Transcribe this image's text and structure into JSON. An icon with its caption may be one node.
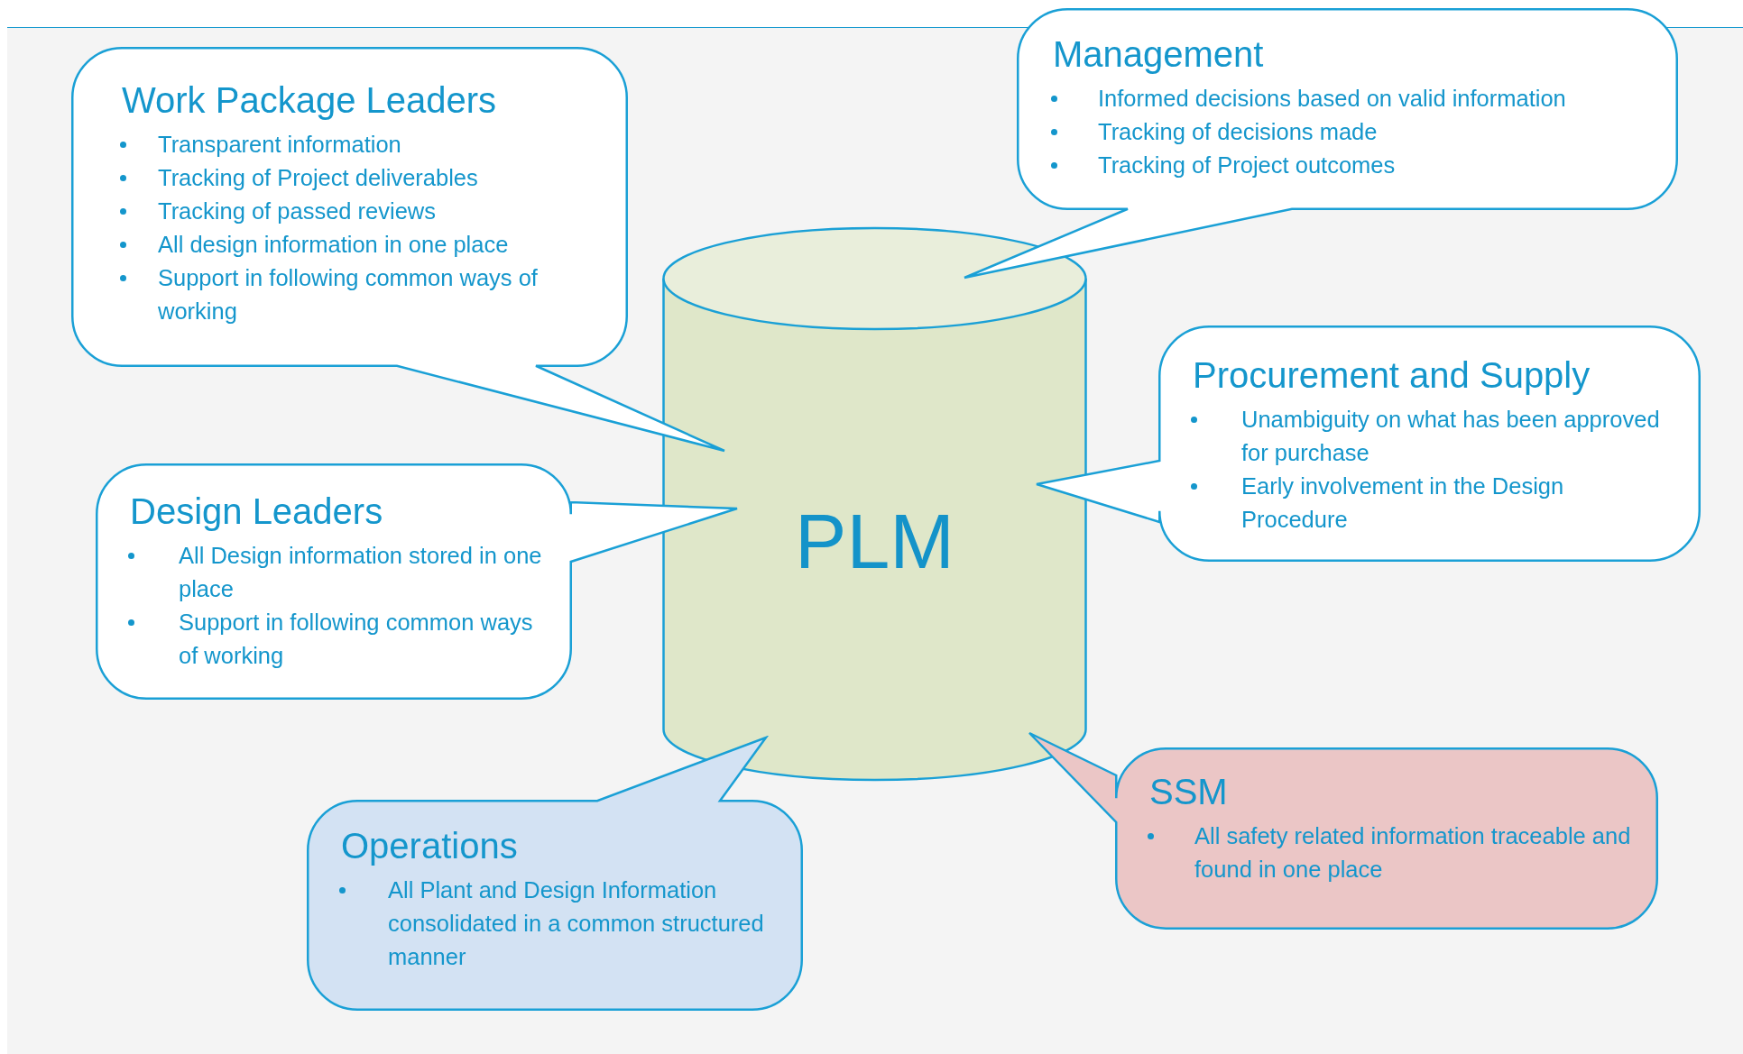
{
  "diagram": {
    "nodes": [
      {
        "text": [
          "Work Package Leaders",
          "Transparent information",
          "Tracking of Project deliverables",
          "Tracking of passed reviews",
          "All design information in one place",
          "Support in following common ways of working"
        ]
      },
      {
        "text": [
          "Management",
          "Informed decisions based on valid information",
          "Tracking of decisions made",
          "Tracking of Project outcomes"
        ]
      },
      {
        "text": [
          "PLM"
        ]
      },
      {
        "text": [
          "Procurement and Supply",
          "Unambiguity on what has been approved for purchase",
          "Early involvement in the Design Procedure"
        ]
      },
      {
        "text": [
          "Design Leaders",
          "All Design information stored in one place",
          "Support in following common ways of working"
        ]
      },
      {
        "text": [
          "Operations",
          "All Plant and Design Information consolidated in a common structured manner"
        ]
      },
      {
        "text": [
          "SSM",
          "All safety related information traceable and found in one place"
        ]
      }
    ]
  }
}
